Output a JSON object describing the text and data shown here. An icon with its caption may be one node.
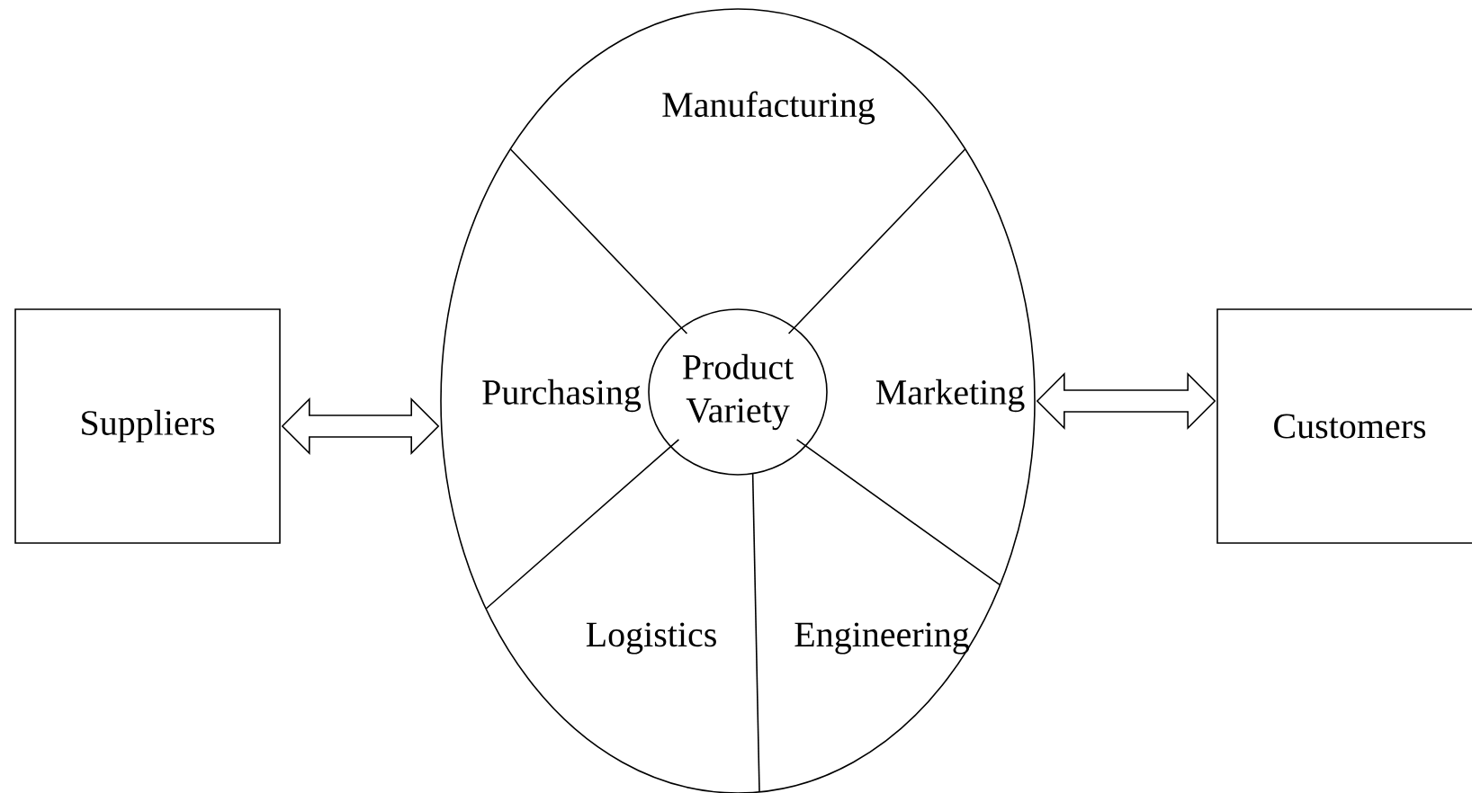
{
  "diagram": {
    "nodes": [
      {
        "text": [
          "Suppliers"
        ]
      },
      {
        "text": [],
        "shape": "circle"
      },
      {
        "text": [
          "Manufacturing"
        ],
        "in": 1
      },
      {
        "text": [
          "Purchasing"
        ],
        "in": 1
      },
      {
        "text": [
          "Product Variety"
        ],
        "in": 1
      },
      {
        "text": [
          "Marketing"
        ],
        "in": 1
      },
      {
        "text": [
          "Logistics"
        ],
        "in": 1
      },
      {
        "text": [
          "Engineering"
        ],
        "in": 1
      },
      {
        "text": [
          "Customers"
        ]
      }
    ],
    "edges": [
      {
        "from": 0,
        "to": 1,
        "arrow": "both"
      },
      {
        "from": 1,
        "to": 8,
        "arrow": "both"
      }
    ]
  }
}
